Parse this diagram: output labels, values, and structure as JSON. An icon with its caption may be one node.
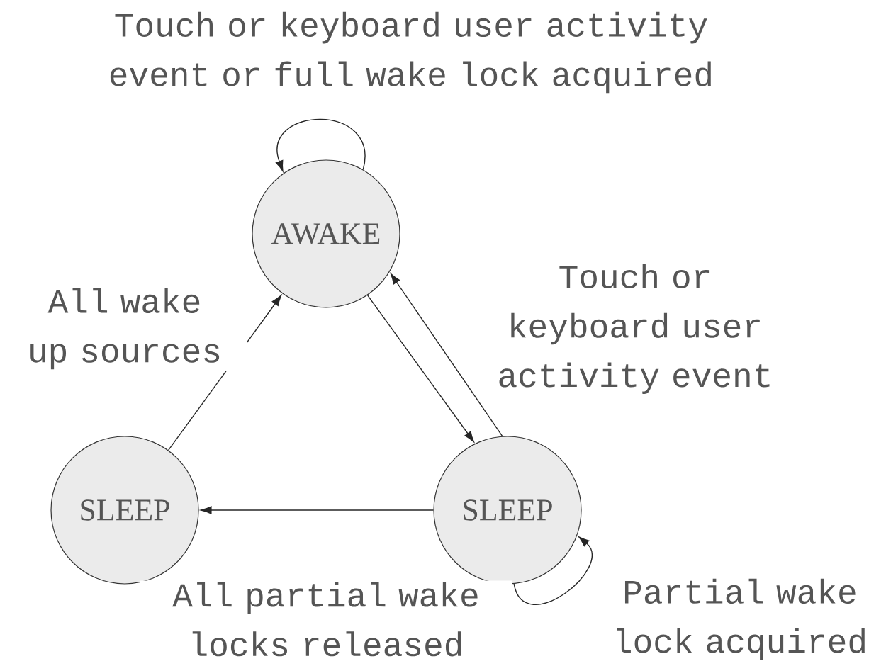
{
  "diagram": {
    "nodes": [
      {
        "text": [
          "AWAKE"
        ]
      },
      {
        "text": [
          "SLEEP"
        ]
      },
      {
        "text": [
          "SLEEP"
        ]
      }
    ],
    "edges": [
      {
        "from": 0,
        "to": 0,
        "arrow": "to",
        "label": "Touch or keyboard user activity event or full wake lock acquired"
      },
      {
        "from": 1,
        "to": 0,
        "arrow": "to",
        "label": "All wake up sources"
      },
      {
        "from": 0,
        "to": 2,
        "arrow": "to"
      },
      {
        "from": 2,
        "to": 0,
        "arrow": "to",
        "label": "Touch or keyboard user activity event"
      },
      {
        "from": 2,
        "to": 1,
        "arrow": "to",
        "label": "All partial wake locks released"
      },
      {
        "from": 2,
        "to": 2,
        "arrow": "to",
        "label": "Partial wake lock acquired"
      }
    ]
  }
}
